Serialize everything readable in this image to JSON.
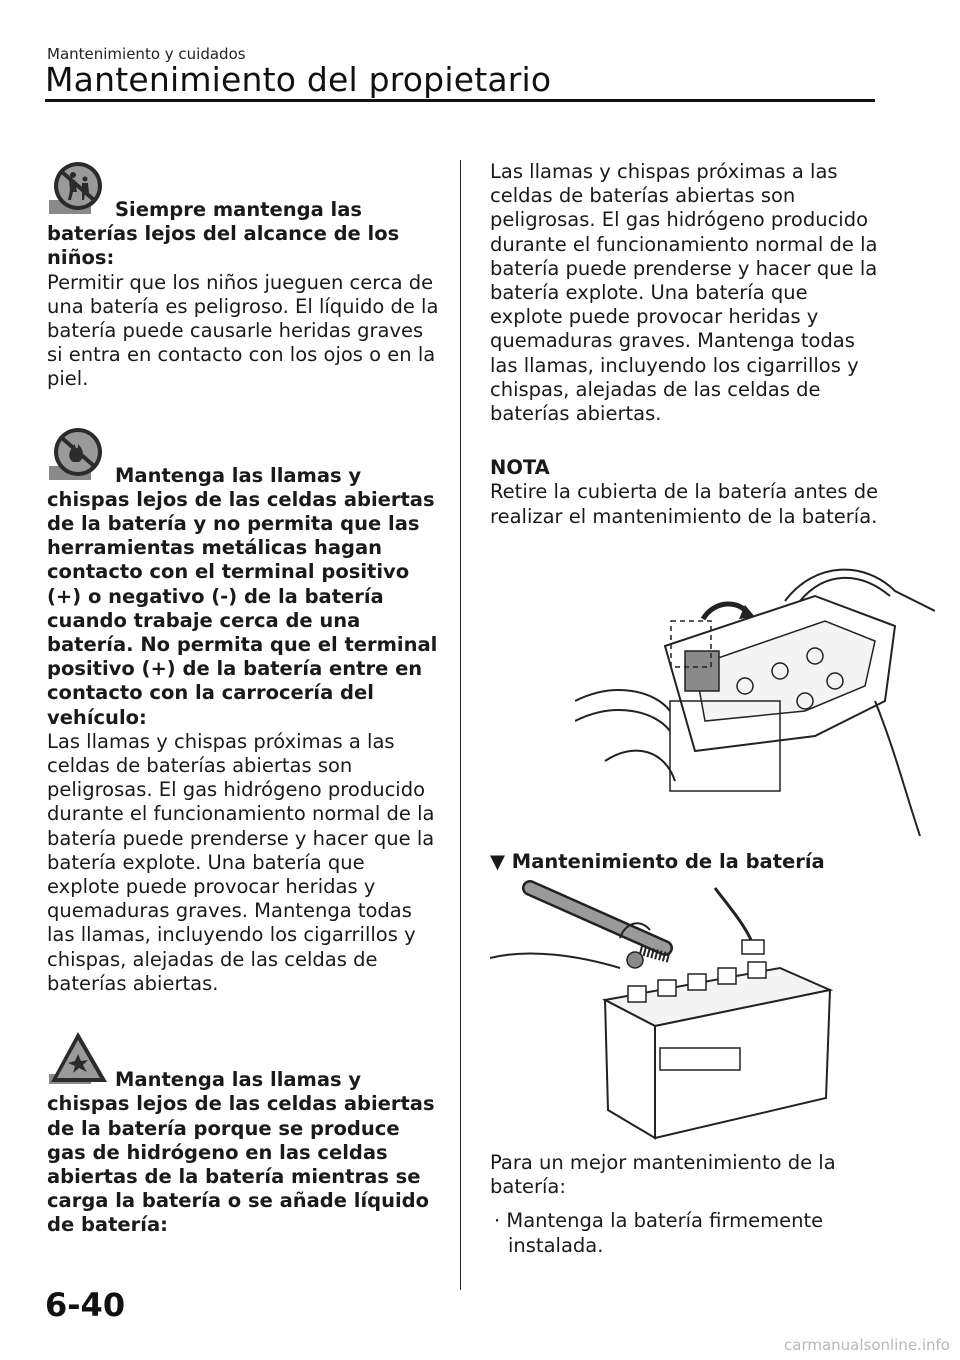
{
  "header": {
    "section_small": "Mantenimiento y cuidados",
    "section_title": "Mantenimiento del propietario"
  },
  "left": {
    "warning1": {
      "icon": "keep-children-away-icon",
      "title": "Siempre mantenga las baterías lejos del alcance de los niños:",
      "body": "Permitir que los niños jueguen cerca de una batería es peligroso. El líquido de la batería puede causarle heridas graves si entra en contacto con los ojos o en la piel."
    },
    "warning2": {
      "icon": "no-flames-icon",
      "title": "Mantenga las llamas y chispas lejos de las celdas abiertas de la batería y no permita que las herramientas metálicas hagan contacto con el terminal positivo (+) o negativo (-) de la batería cuando trabaje cerca de una batería. No permita que el terminal positivo (+) de la batería entre en contacto con la carrocería del vehículo:",
      "body": "Las llamas y chispas próximas a las celdas de baterías abiertas son peligrosas. El gas hidrógeno producido durante el funcionamiento normal de la batería puede prenderse y hacer que la batería explote. Una batería que explote puede provocar heridas y quemaduras graves. Mantenga todas las llamas, incluyendo los cigarrillos y chispas, alejadas de las celdas de baterías abiertas."
    },
    "warning3": {
      "icon": "explosion-warning-icon",
      "title": "Mantenga las llamas y chispas lejos de las celdas abiertas de la batería porque se produce gas de hidrógeno en las celdas abiertas de la batería mientras se carga la batería o se añade líquido de batería:"
    }
  },
  "right": {
    "continued_body": "Las llamas y chispas próximas a las celdas de baterías abiertas son peligrosas. El gas hidrógeno producido durante el funcionamiento normal de la batería puede prenderse y hacer que la batería explote. Una batería que explote puede provocar heridas y quemaduras graves. Mantenga todas las llamas, incluyendo los cigarrillos y chispas, alejadas de las celdas de baterías abiertas.",
    "nota_title": "NOTA",
    "nota_body": "Retire la cubierta de la batería antes de realizar el mantenimiento de la batería.",
    "subsection_marker": "▼",
    "subsection_title": "Mantenimiento de la batería",
    "intro": "Para un mejor mantenimiento de la batería:",
    "bullet_char": "·",
    "bullet1": "Mantenga la batería firmemente instalada."
  },
  "footer": {
    "page_number": "6-40",
    "watermark": "carmanualsonline.info"
  }
}
